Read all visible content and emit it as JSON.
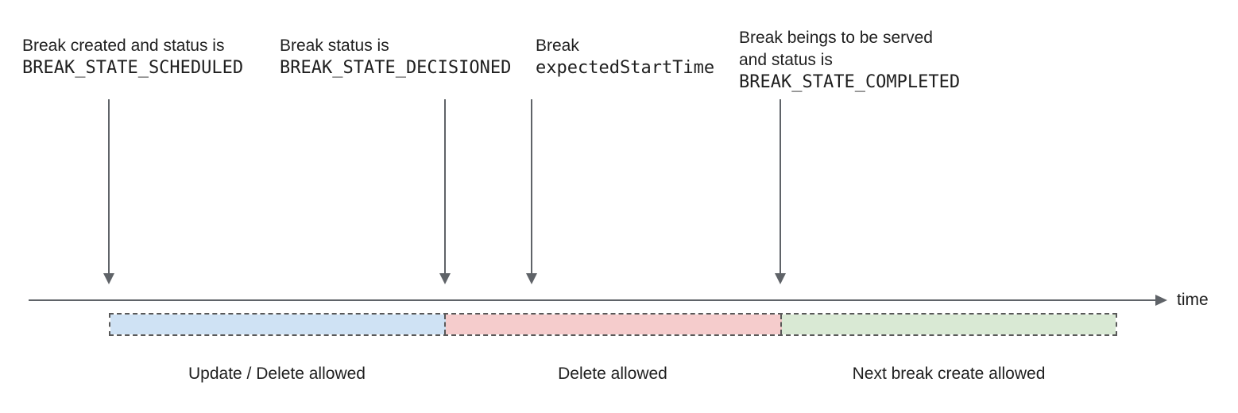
{
  "annotations": [
    {
      "line1": "Break created and status is",
      "code": "BREAK_STATE_SCHEDULED"
    },
    {
      "line1": "Break status is",
      "code": "BREAK_STATE_DECISIONED"
    },
    {
      "line1": "Break",
      "code": "expectedStartTime"
    },
    {
      "line1": "Break beings to be served",
      "line2": "and status is",
      "code": "BREAK_STATE_COMPLETED"
    }
  ],
  "timeline": {
    "axis_label": "time",
    "line_color": "#5f6368"
  },
  "segments": [
    {
      "label": "Update / Delete allowed",
      "fill": "#cfe2f4"
    },
    {
      "label": "Delete allowed",
      "fill": "#f5cccc"
    },
    {
      "label": "Next break create allowed",
      "fill": "#d9e9d4"
    }
  ]
}
